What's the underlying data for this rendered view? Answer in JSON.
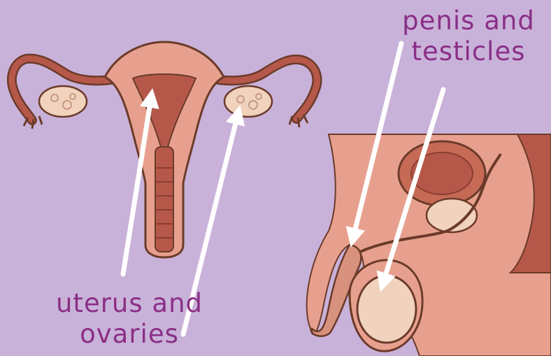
{
  "labels": {
    "male_line1": "penis and",
    "male_line2": "testicles",
    "female_line1": "uterus and",
    "female_line2": "ovaries"
  },
  "colors": {
    "background": "#c9b2d9",
    "label_text": "#8a2f86",
    "arrow": "#ffffff",
    "tissue": "#e8a08e",
    "tissue_dark": "#b5584a",
    "outline": "#6b3b2a",
    "ovary": "#f1d2bd"
  }
}
